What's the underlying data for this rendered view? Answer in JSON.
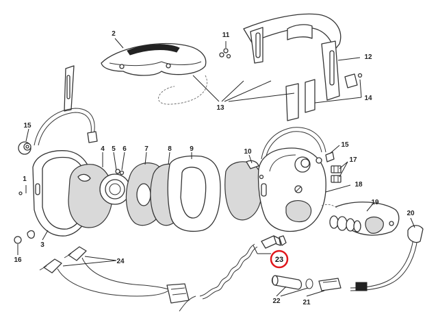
{
  "callouts": {
    "c1": "1",
    "c2": "2",
    "c3": "3",
    "c4": "4",
    "c5": "5",
    "c6": "6",
    "c7": "7",
    "c8": "8",
    "c9": "9",
    "c10": "10",
    "c11": "11",
    "c12": "12",
    "c13": "13",
    "c14": "14",
    "c15a": "15",
    "c15b": "15",
    "c16": "16",
    "c17": "17",
    "c18": "18",
    "c19": "19",
    "c20": "20",
    "c21": "21",
    "c22": "22",
    "c23": "23",
    "c24": "24"
  },
  "highlight_color": "#e0161b"
}
